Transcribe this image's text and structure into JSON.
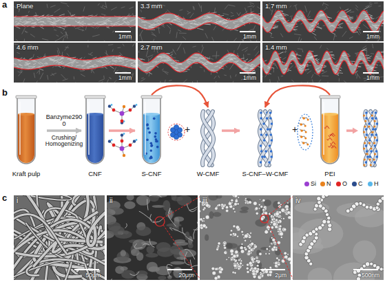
{
  "diagram": {
    "nodes": [
      {
        "text": [
          "Plane",
          "1mm"
        ]
      },
      {
        "text": [
          "3.3 mm",
          "1mm"
        ]
      },
      {
        "text": [
          "1.7 mm",
          "1mm"
        ]
      },
      {
        "text": [
          "4.6 mm",
          "1mm"
        ]
      },
      {
        "text": [
          "2.7 mm",
          "1mm"
        ]
      },
      {
        "text": [
          "1.4 mm",
          "1mm"
        ]
      },
      {
        "text": [
          "Kraft pulp"
        ]
      },
      {
        "text": [
          "CNF"
        ]
      },
      {
        "text": [
          "S-CNF"
        ]
      },
      {
        "text": [
          "W-CMF"
        ]
      },
      {
        "text": [
          "S-CNF–W-CMF"
        ]
      },
      {
        "text": [
          "PEI"
        ]
      },
      {
        "text": [
          "i",
          "50μm"
        ]
      },
      {
        "text": [
          "ii",
          "20μm"
        ]
      },
      {
        "text": [
          "iii",
          "2μm"
        ]
      },
      {
        "text": [
          "iv",
          "500nm"
        ]
      }
    ],
    "edges": [
      {
        "from": 6,
        "to": 7,
        "arrow": "to",
        "label": "Banzyme290 0"
      },
      {
        "from": 7,
        "to": 8,
        "arrow": "to"
      },
      {
        "from": 8,
        "to": 9,
        "arrow": "to"
      },
      {
        "from": 9,
        "to": 10,
        "arrow": "to"
      },
      {
        "from": 11,
        "to": 10,
        "arrow": "to"
      }
    ],
    "labels": [
      "a",
      "b",
      "c",
      "Crushing/ Homogenizing",
      "+",
      "+"
    ],
    "legend": [
      {
        "text": "Si",
        "color": "#9b3fd1"
      },
      {
        "text": "N",
        "color": "#e8821e"
      },
      {
        "text": "O",
        "color": "#e02424"
      },
      {
        "text": "C",
        "color": "#2b4c8c"
      },
      {
        "text": "H",
        "color": "#58b7ea"
      }
    ]
  }
}
